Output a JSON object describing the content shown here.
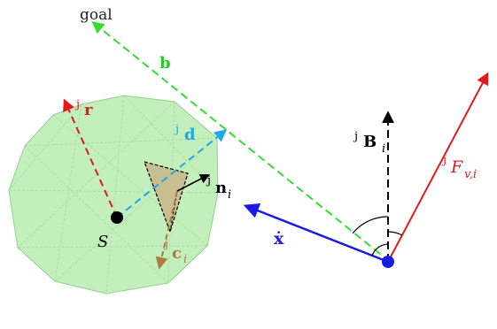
{
  "labels": {
    "goal": "goal",
    "b": "b",
    "r_pre": "j",
    "r_main": "r",
    "d_pre": "j",
    "d_main": "d",
    "B_pre": "j",
    "B_main": "B",
    "B_sub": "i",
    "n_pre": "j",
    "n_main": "n",
    "n_sub": "i",
    "c_pre": "j",
    "c_main": "c",
    "c_sub": "i",
    "x_dot": "ẋ",
    "S": "S",
    "F_pre": "j",
    "F_main": "F",
    "F_sub": "v,i"
  },
  "colors": {
    "green_line": "#33dd33",
    "blue_dashed": "#22a7e6",
    "red_dashed": "#e31a1c",
    "red_solid": "#e31a1c",
    "black_dashed": "#000000",
    "blue_solid": "#1a1ae6",
    "brown": "#b07a45",
    "sphere_fill": "#b8ecb0",
    "sphere_edge": "#8fd28a",
    "triangle_fill": "#c9b98a"
  },
  "icons": {
    "robot": "blue-dot",
    "center": "black-dot"
  }
}
